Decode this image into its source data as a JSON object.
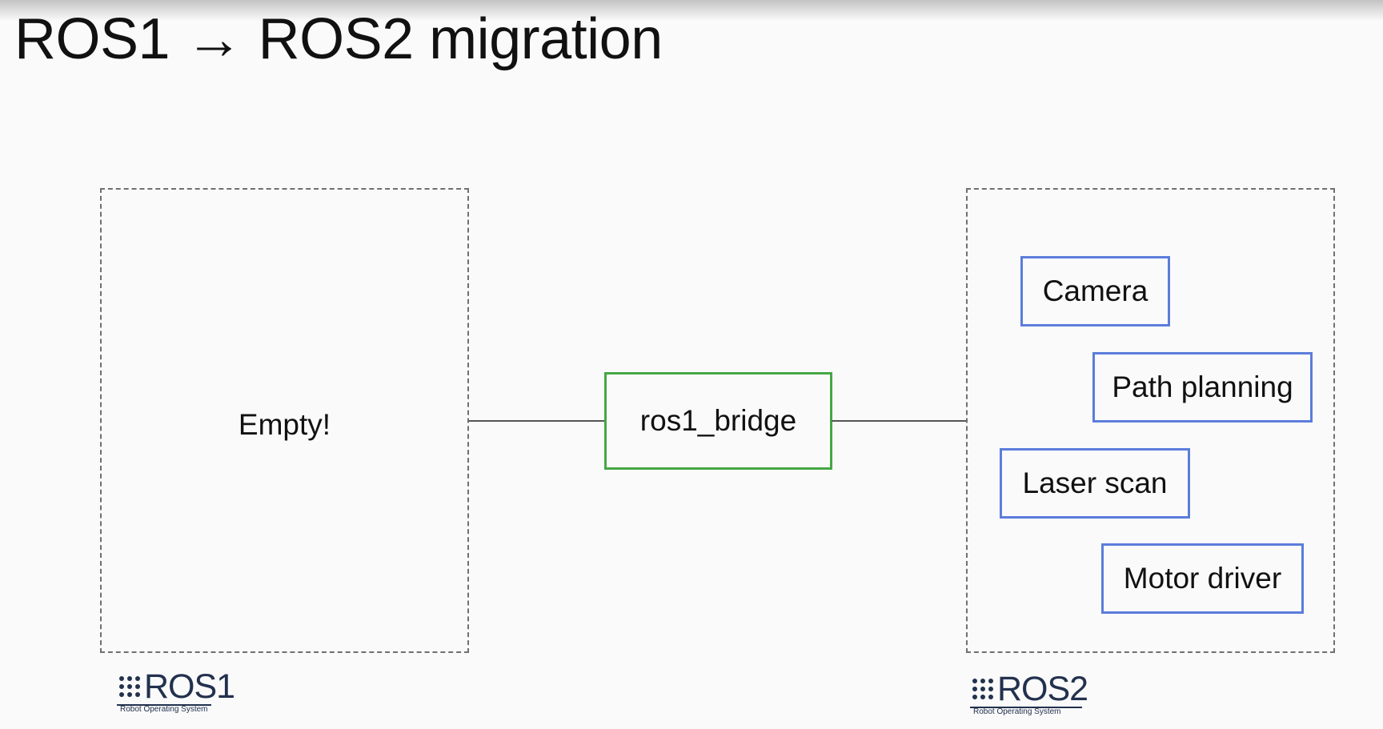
{
  "slide": {
    "title": "ROS1 → ROS2 migration"
  },
  "ros1_env": {
    "content_label": "Empty!"
  },
  "bridge": {
    "label": "ros1_bridge"
  },
  "ros2_env": {
    "nodes": [
      {
        "label": "Camera"
      },
      {
        "label": "Path planning"
      },
      {
        "label": "Laser scan"
      },
      {
        "label": "Motor driver"
      }
    ]
  },
  "logos": {
    "ros1": {
      "text": "ROS1",
      "tagline": "Robot Operating System"
    },
    "ros2": {
      "text": "ROS2",
      "tagline": "Robot Operating System"
    }
  },
  "colors": {
    "bridge_border": "#45a745",
    "node_border": "#5b7ddb",
    "env_border": "#707070",
    "logo": "#22314e"
  }
}
